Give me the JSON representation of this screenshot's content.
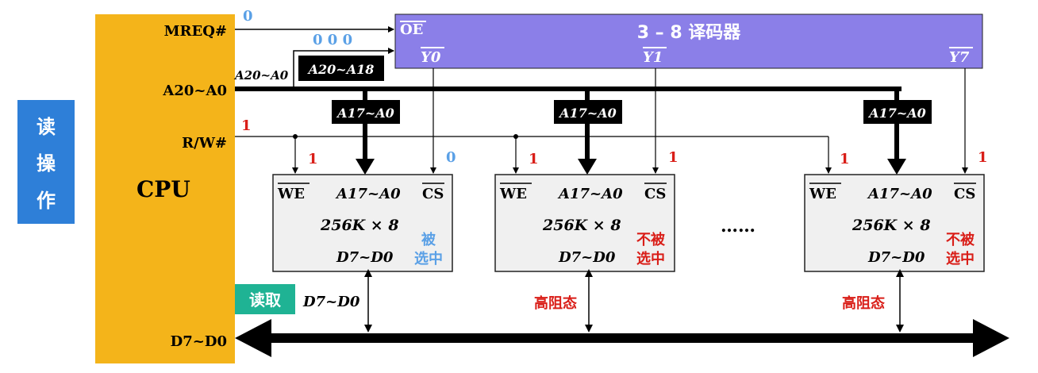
{
  "cpu": {
    "label": "CPU",
    "pins": {
      "mreq": "MREQ#",
      "addr": "A20~A0",
      "rw": "R/W#",
      "data": "D7~D0"
    }
  },
  "decoder": {
    "title": "3 – 8 译码器",
    "oe": "OE",
    "outputs": [
      "Y0",
      "Y1",
      "Y7"
    ]
  },
  "labels": {
    "addr_bus": "A20~A0",
    "decoder_in": "A20~A18",
    "chip_addr": "A17~A0",
    "dots": "……",
    "data_local": "D7~D0"
  },
  "signals": {
    "mreq_val": "0",
    "decoder_bits": "0 0 0",
    "rw_val": "1",
    "we_val": "1",
    "cs_vals": [
      "0",
      "1",
      "1"
    ]
  },
  "chips": [
    {
      "we": "WE",
      "addr": "A17~A0",
      "cs": "CS",
      "size": "256K × 8",
      "data": "D7~D0",
      "status": [
        "被",
        "选中"
      ],
      "bus_state": ""
    },
    {
      "we": "WE",
      "addr": "A17~A0",
      "cs": "CS",
      "size": "256K × 8",
      "data": "D7~D0",
      "status": [
        "不被",
        "选中"
      ],
      "bus_state": "高阻态"
    },
    {
      "we": "WE",
      "addr": "A17~A0",
      "cs": "CS",
      "size": "256K × 8",
      "data": "D7~D0",
      "status": [
        "不被",
        "选中"
      ],
      "bus_state": "高阻态"
    }
  ],
  "read_badge": "读取",
  "side": {
    "chars": [
      "读",
      "操",
      "作"
    ]
  },
  "colors": {
    "cpu": "#f4b41a",
    "decoder": "#8b7fe8",
    "chip": "#f0f0f0",
    "read_badge": "#1fb394",
    "side_badge": "#2e7fd8",
    "blue_text": "#5aa0e6",
    "red_text": "#d91e18"
  }
}
